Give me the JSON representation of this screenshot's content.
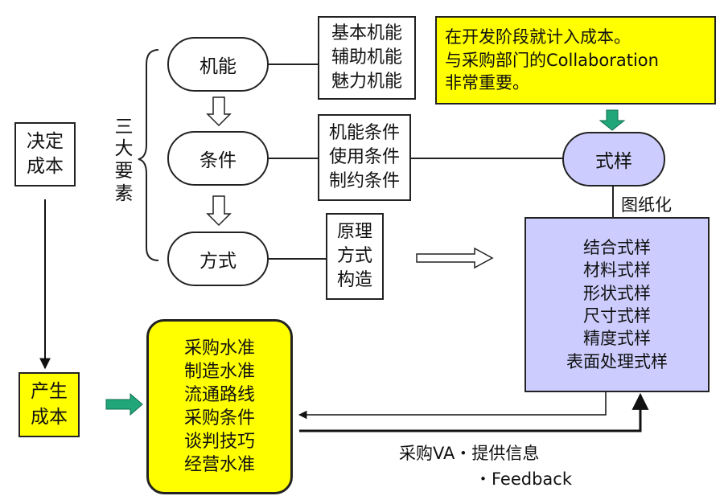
{
  "colors": {
    "highlight_yellow": "#ffff00",
    "highlight_lavender": "#ccccff",
    "arrow_green": "#21a67a",
    "stroke": "#222222"
  },
  "left_column": {
    "decide_cost": [
      "决定",
      "成本"
    ],
    "produce_cost": [
      "产生",
      "成本"
    ]
  },
  "three_elements": {
    "label": [
      "三",
      "大",
      "要",
      "素"
    ],
    "function": "机能",
    "condition": "条件",
    "method": "方式"
  },
  "function_types": [
    "基本机能",
    "辅助机能",
    "魅力机能"
  ],
  "condition_types": [
    "机能条件",
    "使用条件",
    "制约条件"
  ],
  "method_types": [
    "原理",
    "方式",
    "构造"
  ],
  "note": [
    "在开发阶段就计入成本。",
    "与采购部门的Collaboration",
    "非常重要。"
  ],
  "spec": {
    "label": "式样",
    "drawing_label": "图纸化",
    "items": [
      "结合式样",
      "材料式样",
      "形状式样",
      "尺寸式样",
      "精度式样",
      "表面处理式样"
    ]
  },
  "cost_factors": [
    "采购水准",
    "制造水准",
    "流通路线",
    "采购条件",
    "谈判技巧",
    "经营水准"
  ],
  "feedback": {
    "line1": "采购VA・提供信息",
    "line2": "・Feedback"
  }
}
